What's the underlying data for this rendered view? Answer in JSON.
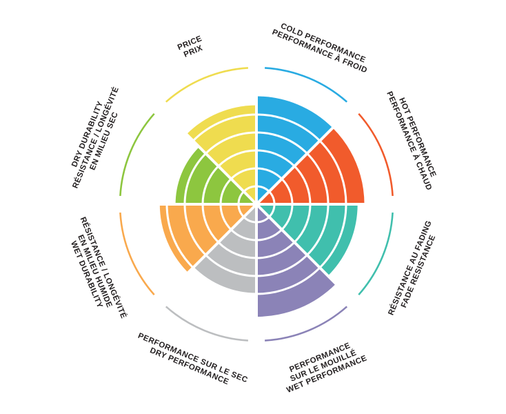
{
  "page": {
    "background": "#ffffff"
  },
  "chart_data": {
    "type": "pie",
    "subtype": "polar-area-wheel",
    "title": "",
    "scale_max": 10,
    "ring_count": 5,
    "start_angle_deg": 0,
    "direction": "clockwise",
    "grid": "concentric-white-rings",
    "legend": "none",
    "sectors": [
      {
        "key": "cold-performance",
        "label_lines": [
          "COLD PERFORMANCE",
          "PERFORMANCE À FROID"
        ],
        "color": "#29abe2",
        "value": 9.6
      },
      {
        "key": "hot-performance",
        "label_lines": [
          "HOT PERFORMANCE",
          "PERFORMANCE À CHAUD"
        ],
        "color": "#f15b2c",
        "value": 9.6
      },
      {
        "key": "fade-resistance",
        "label_lines": [
          "RÉSISTANCE AU FADING",
          "FADE RESISTANCE"
        ],
        "color": "#40bfad",
        "value": 9.0
      },
      {
        "key": "wet-performance",
        "label_lines": [
          "PERFORMANCE",
          "SUR LE MOUILLÉ",
          "WET PERFORMANCE"
        ],
        "color": "#8b83b7",
        "value": 10
      },
      {
        "key": "dry-performance",
        "label_lines": [
          "PERFORMANCE SUR LE SEC",
          "DRY PERFORMANCE"
        ],
        "color": "#bcbec0",
        "value": 8.0
      },
      {
        "key": "wet-durability",
        "label_lines": [
          "RÉSISTANCE / LONGÉVITÉ",
          "EN MILIEU HUMIDE",
          "WET DURABILITY"
        ],
        "color": "#f9a94d",
        "value": 8.6
      },
      {
        "key": "dry-durability",
        "label_lines": [
          "DRY DURABILITY",
          "RÉSISTANCE / LONGÉVITÉ",
          "EN MILIEU SEC"
        ],
        "color": "#8dc63f",
        "value": 7.2
      },
      {
        "key": "price",
        "label_lines": [
          "PRICE",
          "PRIX"
        ],
        "color": "#efdc4f",
        "value": 8.8
      }
    ]
  }
}
